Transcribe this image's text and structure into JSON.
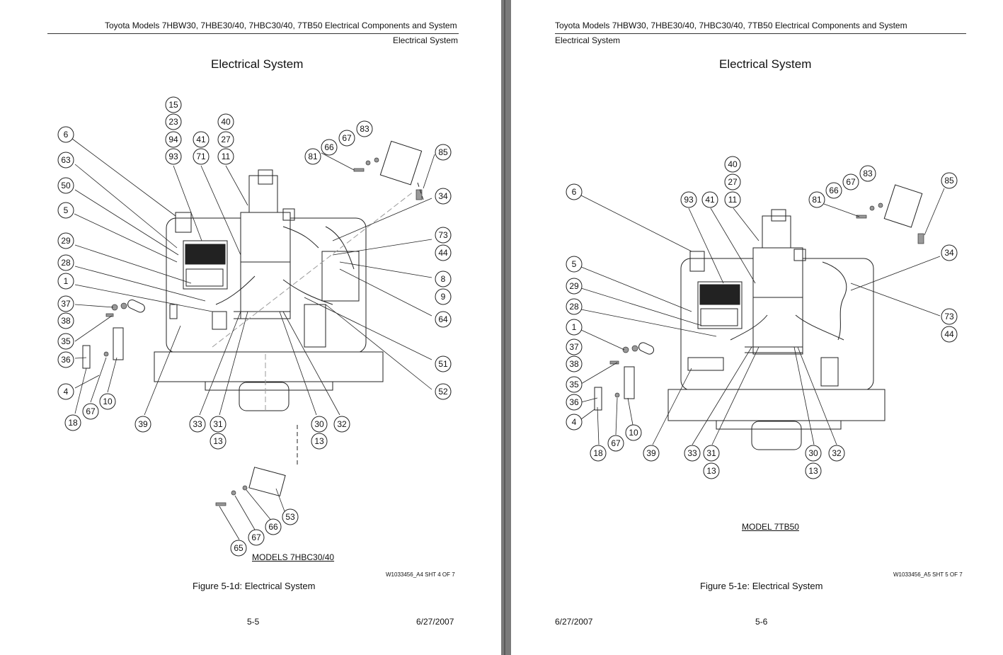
{
  "header": {
    "title_line": "Toyota Models 7HBW30, 7HBE30/40, 7HBC30/40, 7TB50 Electrical Components and System",
    "section": "Electrical System"
  },
  "left_page": {
    "page_title": "Electrical System",
    "model_label": "MODELS 7HBC30/40",
    "doc_id": "W1033456_A4 SHT 4 OF 7",
    "caption": "Figure 5-1d:  Electrical System",
    "page_number": "5-5",
    "date": "6/27/2007",
    "callouts": [
      "15",
      "23",
      "94",
      "93",
      "40",
      "27",
      "11",
      "41",
      "71",
      "6",
      "63",
      "50",
      "5",
      "29",
      "28",
      "1",
      "37",
      "38",
      "35",
      "36",
      "4",
      "18",
      "67",
      "10",
      "39",
      "33",
      "31",
      "13",
      "30",
      "13",
      "32",
      "81",
      "66",
      "67",
      "83",
      "85",
      "34",
      "73",
      "44",
      "8",
      "9",
      "64",
      "51",
      "52",
      "53",
      "66",
      "67",
      "65"
    ]
  },
  "right_page": {
    "page_title": "Electrical System",
    "model_label": "MODEL 7TB50",
    "doc_id": "W1033456_A5 SHT 5 OF 7",
    "caption": "Figure 5-1e:  Electrical System",
    "page_number": "5-6",
    "date": "6/27/2007",
    "callouts": [
      "40",
      "27",
      "11",
      "93",
      "41",
      "6",
      "5",
      "29",
      "28",
      "1",
      "37",
      "38",
      "35",
      "36",
      "4",
      "18",
      "67",
      "10",
      "39",
      "33",
      "31",
      "13",
      "30",
      "13",
      "32",
      "81",
      "66",
      "67",
      "83",
      "85",
      "34",
      "73",
      "44"
    ]
  }
}
